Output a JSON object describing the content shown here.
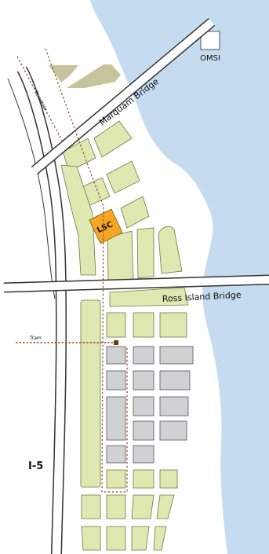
{
  "map": {
    "labels": {
      "omsi": "OMSI",
      "marquam_bridge": "Marquam Bridge",
      "ross_island_bridge": "Ross Island Bridge",
      "streetcar": "Streetcar",
      "tram": "Tram",
      "interstate": "I-5",
      "lsc": "LSC"
    },
    "colors": {
      "river": "#c5dcf0",
      "block": "#dfe8b0",
      "block_stroke": "#6d7a44",
      "lsc_block": "#f5a623",
      "gray_block": "#cfd1d3",
      "khaki_block": "#c7c39a",
      "road": "#ffffff",
      "road_edge": "#333333",
      "streetcar_line": "#8b4a2b",
      "tram_line": "#8b4a2b",
      "tram_station": "#6b3c20"
    }
  }
}
